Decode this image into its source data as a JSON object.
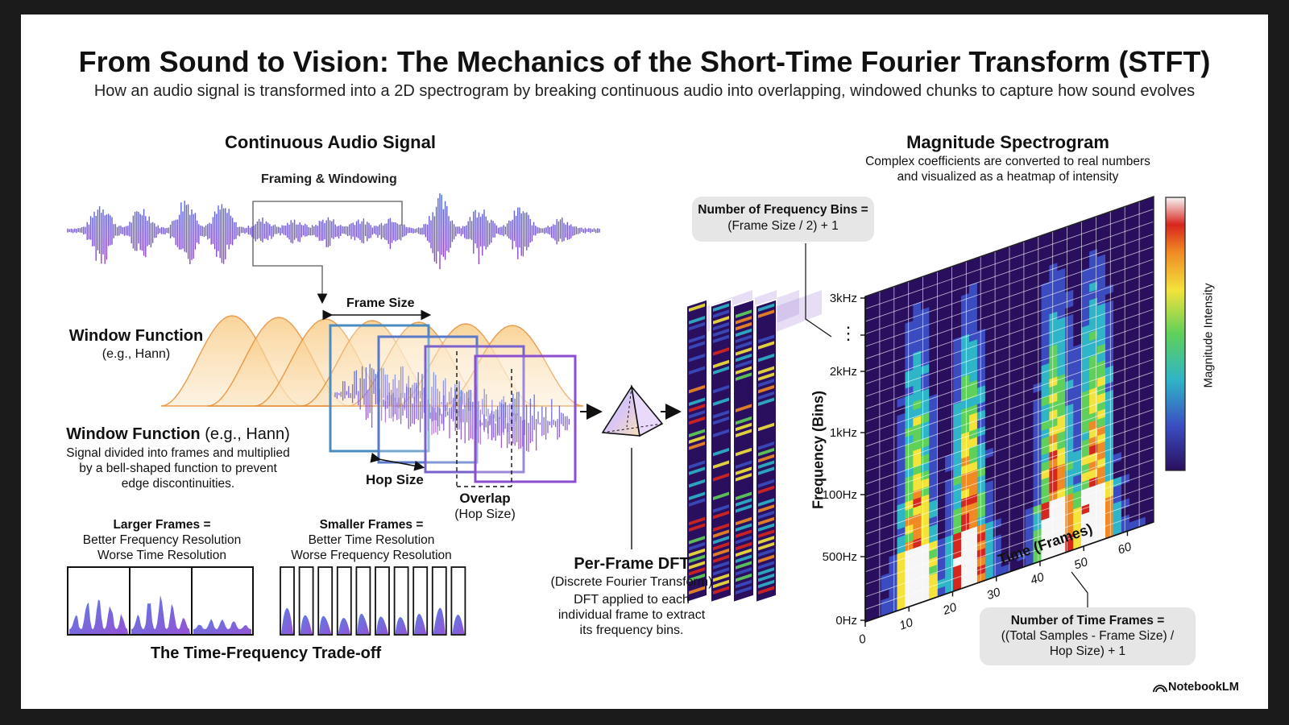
{
  "header": {
    "title": "From Sound to Vision: The Mechanics of the Short-Time Fourier Transform (STFT)",
    "subtitle": "How an audio signal is transformed into a 2D spectrogram by breaking continuous audio into overlapping, windowed chunks to capture how sound evolves"
  },
  "signal": {
    "title": "Continuous Audio Signal",
    "framing_label": "Framing & Windowing"
  },
  "window": {
    "title": "Window Function",
    "example": "(e.g., Hann)",
    "frame_size_label": "Frame Size",
    "hop_size_label": "Hop Size",
    "overlap_label": "Overlap",
    "overlap_sub": "(Hop Size)",
    "desc_title": "Window Function",
    "desc_title_suffix": "(e.g., Hann)",
    "desc_lines": [
      "Signal divided into frames and multiplied",
      "by a bell-shaped function to prevent",
      "edge discontinuities."
    ]
  },
  "tradeoff": {
    "larger_title": "Larger Frames =",
    "larger_lines": [
      "Better Frequency Resolution",
      "Worse Time Resolution"
    ],
    "smaller_title": "Smaller Frames =",
    "smaller_lines": [
      "Better Time Resolution",
      "Worse Frequency Resolution"
    ],
    "caption": "The Time-Frequency Trade-off"
  },
  "dft": {
    "title": "Per-Frame DFT",
    "subtitle": "(Discrete Fourier Transform)",
    "desc_lines": [
      "DFT applied to each",
      "individual frame to extract",
      "its frequency bins."
    ]
  },
  "bins_note": {
    "title": "Number of Frequency Bins =",
    "formula": "(Frame Size / 2) + 1"
  },
  "spectrogram": {
    "title": "Magnitude Spectrogram",
    "desc_lines": [
      "Complex coefficients are converted to real numbers",
      "and visualized as a heatmap of intensity"
    ],
    "y_axis_label": "Frequency (Bins)",
    "x_axis_label": "Time (Frames)",
    "y_ticks": [
      "3kHz",
      "⋮",
      "2kHz",
      "1kHz",
      "100Hz",
      "500Hz",
      "0Hz"
    ],
    "x_ticks": [
      "0",
      "10",
      "20",
      "30",
      "40",
      "50",
      "60"
    ],
    "colorbar_label": "Magnitude Intensity",
    "colorscale": [
      "#2a0f5e",
      "#3b4cc0",
      "#2fb4c8",
      "#5fd05a",
      "#f3e33a",
      "#f08a24",
      "#d7261e",
      "#f6f6f6"
    ]
  },
  "frames_note": {
    "title": "Number of Time Frames =",
    "lines": [
      "((Total Samples - Frame Size) /",
      "Hop Size) + 1"
    ]
  },
  "brand": {
    "name": "NotebookLM"
  },
  "colors": {
    "wave_start": "#4a6fe0",
    "wave_end": "#8a3fd0",
    "window_fill": "#f5b041",
    "frame_blue": "#4a8cc0",
    "frame_purple": "#8b4fd0"
  }
}
